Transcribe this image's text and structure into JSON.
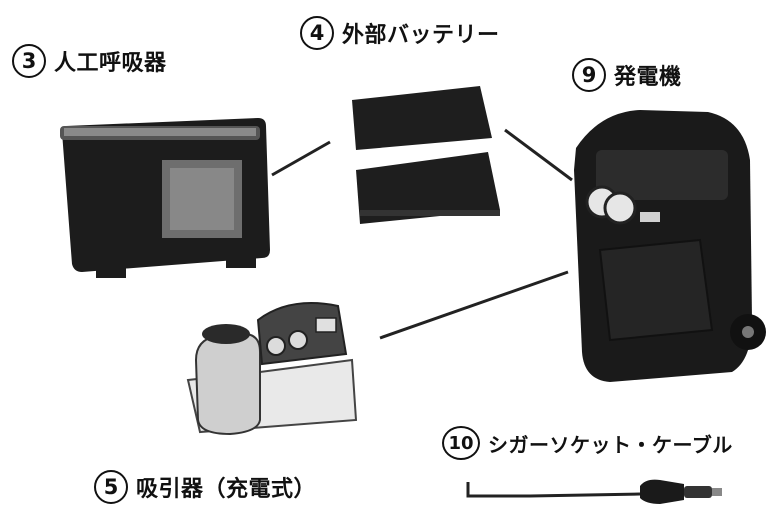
{
  "labels": [
    {
      "number": "3",
      "text": "人工呼吸器"
    },
    {
      "number": "4",
      "text": "外部バッテリー"
    },
    {
      "number": "9",
      "text": "発電機"
    },
    {
      "number": "5",
      "text": "吸引器（充電式）"
    },
    {
      "number": "10",
      "text": "シガーソケット・ケーブル"
    }
  ]
}
